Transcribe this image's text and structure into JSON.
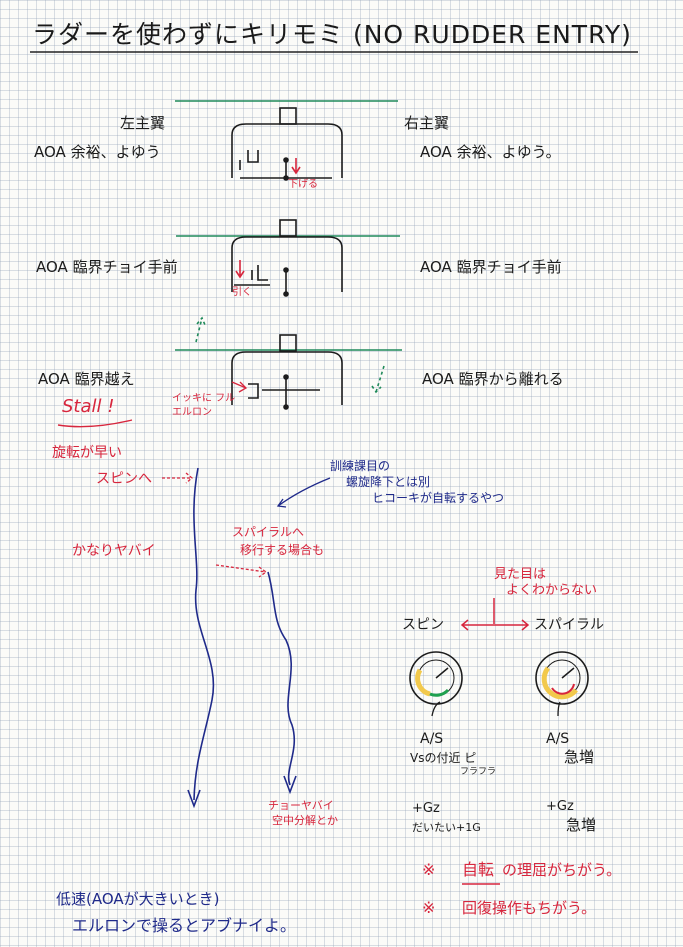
{
  "title": "ラダーを使わずにキリモミ (NO RUDDER ENTRY)",
  "wings": {
    "left_header": "左主翼",
    "right_header": "右主翼"
  },
  "rows": [
    {
      "left": "AOA 余裕、よゆう",
      "right": "AOA 余裕、よゆう。",
      "annotation": "下げる"
    },
    {
      "left": "AOA 臨界チョイ手前",
      "right": "AOA 臨界チョイ手前",
      "annotation": "引く"
    },
    {
      "left": "AOA 臨界越え",
      "right": "AOA 臨界から離れる",
      "annotation": "イッキに フルエルロン"
    }
  ],
  "stall": "Stall !",
  "left_notes": {
    "line1": "旋転が早い",
    "line2": "スピンへ",
    "line3": "かなりヤバイ"
  },
  "training_note": {
    "line1": "訓練課目の",
    "line2": "螺旋降下とは別",
    "line3": "ヒコーキが自転するやつ"
  },
  "spiral_note": {
    "line1": "スパイラルへ",
    "line2": "移行する場合も"
  },
  "breakup_note": {
    "line1": "チョーヤバイ",
    "line2": "空中分解とか"
  },
  "looks_note": {
    "line1": "見た目は",
    "line2": "よくわからない"
  },
  "compare": {
    "spin": "スピン",
    "spiral": "スパイラル"
  },
  "spin_col": {
    "speed": "A/S",
    "speed_desc": "Vsの付近 ピ",
    "speed_sub": "フラフラ",
    "g": "+Gz",
    "g_desc": "だいたい+1G"
  },
  "spiral_col": {
    "speed": "A/S",
    "speed_desc": "急増",
    "g": "+Gz",
    "g_desc": "急増"
  },
  "bottom_red": {
    "mark": "※",
    "line1_key": "自転",
    "line1_rest": "の理屈がちがう。",
    "line2": "回復操作もちがう。"
  },
  "bottom_blue": {
    "line1": "低速(AOAが大きいとき)",
    "line2": "エルロンで操るとアブナイよ。"
  },
  "colors": {
    "ink_red": "#d7263d",
    "ink_blue": "#1f2a8a",
    "ink_green": "#1f8a5a",
    "ink_yellow": "#f2c94c"
  }
}
